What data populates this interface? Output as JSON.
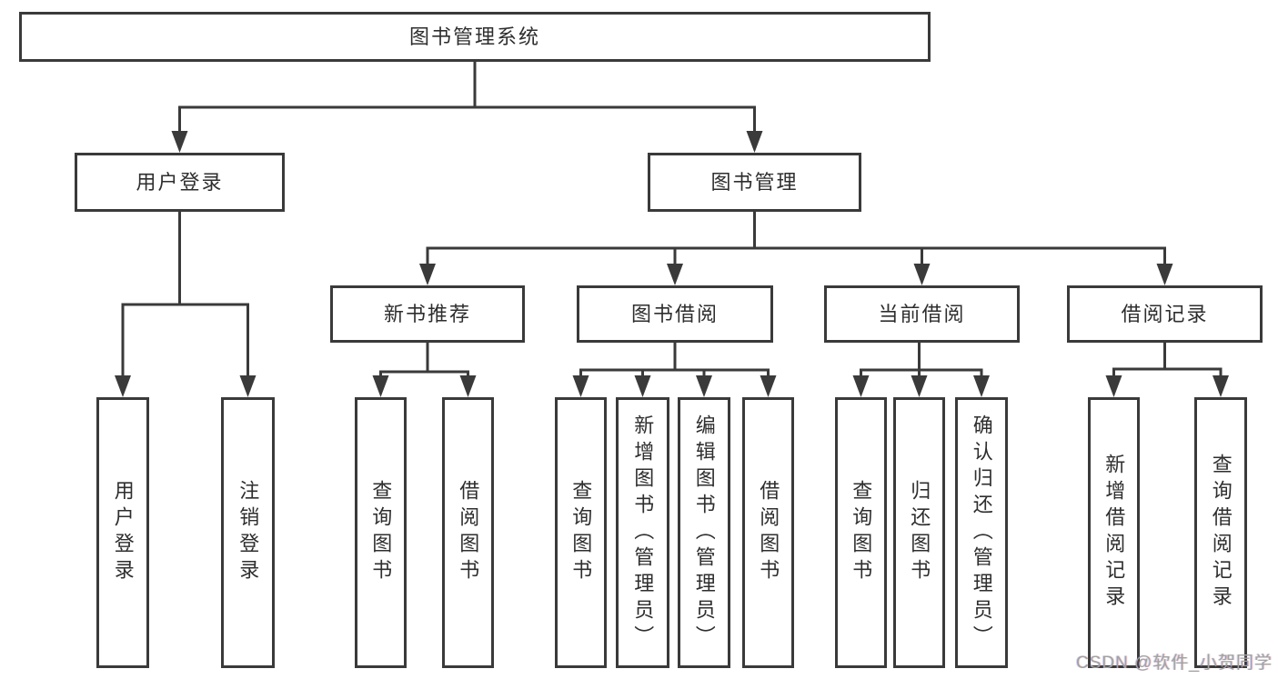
{
  "tree": {
    "root": {
      "label": "图书管理系统",
      "children": [
        {
          "label": "用户登录",
          "children": [
            {
              "label": "用户登录"
            },
            {
              "label": "注销登录"
            }
          ]
        },
        {
          "label": "图书管理",
          "children": [
            {
              "label": "新书推荐",
              "children": [
                {
                  "label": "查询图书"
                },
                {
                  "label": "借阅图书"
                }
              ]
            },
            {
              "label": "图书借阅",
              "children": [
                {
                  "label": "查询图书"
                },
                {
                  "label": "新增图书（管理员）"
                },
                {
                  "label": "编辑图书（管理员）"
                },
                {
                  "label": "借阅图书"
                }
              ]
            },
            {
              "label": "当前借阅",
              "children": [
                {
                  "label": "查询图书"
                },
                {
                  "label": "归还图书"
                },
                {
                  "label": "确认归还（管理员）"
                }
              ]
            },
            {
              "label": "借阅记录",
              "children": [
                {
                  "label": "新增借阅记录"
                },
                {
                  "label": "查询借阅记录"
                }
              ]
            }
          ]
        }
      ]
    }
  },
  "watermark": {
    "text": "CSDN @软件_小贺同学"
  },
  "colors": {
    "line": "#3a3a3a",
    "box_border": "#3a3a3a",
    "text": "#2e2e2e",
    "background": "#ffffff",
    "watermark": "#a2a2a2"
  }
}
